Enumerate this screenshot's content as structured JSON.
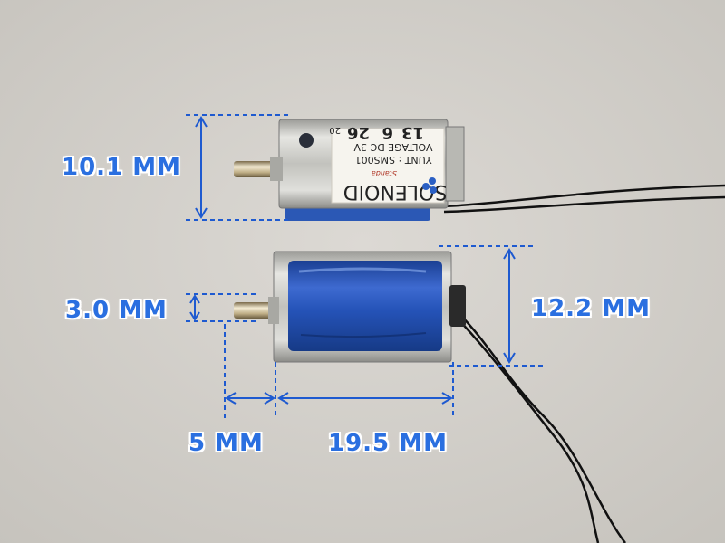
{
  "top_solenoid": {
    "brand": "SOLENOID",
    "brand_script": "Standa",
    "line_unit": "YUNT : SMS001",
    "line_voltage": "VOLTAGE DC 3V",
    "date_year": "13",
    "date_month": "6",
    "date_day": "26",
    "prefix": "20"
  },
  "dimensions": {
    "height_top": "10.1 MM",
    "plunger_diameter": "3.0 MM",
    "height_bottom": "12.2 MM",
    "plunger_length": "5 MM",
    "body_length": "19.5 MM"
  },
  "colors": {
    "background": "#d4d1cc",
    "annotation_blue": "#2a6fe0",
    "coil_blue": "#1f4fb0",
    "metal": "#c9c9c6"
  }
}
